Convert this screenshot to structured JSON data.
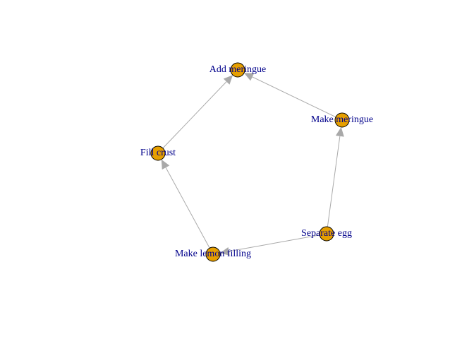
{
  "colors": {
    "background": "#ffffff",
    "node_fill": "#e69f00",
    "node_stroke": "#000000",
    "edge": "#a9a9a9",
    "label": "#00008b"
  },
  "diagram": {
    "type": "directed-graph",
    "nodes": [
      {
        "id": "separate_egg",
        "label": "Separate egg"
      },
      {
        "id": "make_lemon_filling",
        "label": "Make lemon filling"
      },
      {
        "id": "fill_crust",
        "label": "Fill crust"
      },
      {
        "id": "add_meringue",
        "label": "Add meringue"
      },
      {
        "id": "make_meringue",
        "label": "Make meringue"
      }
    ],
    "edges": [
      {
        "from": "separate_egg",
        "to": "make_lemon_filling"
      },
      {
        "from": "separate_egg",
        "to": "make_meringue"
      },
      {
        "from": "make_lemon_filling",
        "to": "fill_crust"
      },
      {
        "from": "fill_crust",
        "to": "add_meringue"
      },
      {
        "from": "make_meringue",
        "to": "add_meringue"
      }
    ]
  }
}
